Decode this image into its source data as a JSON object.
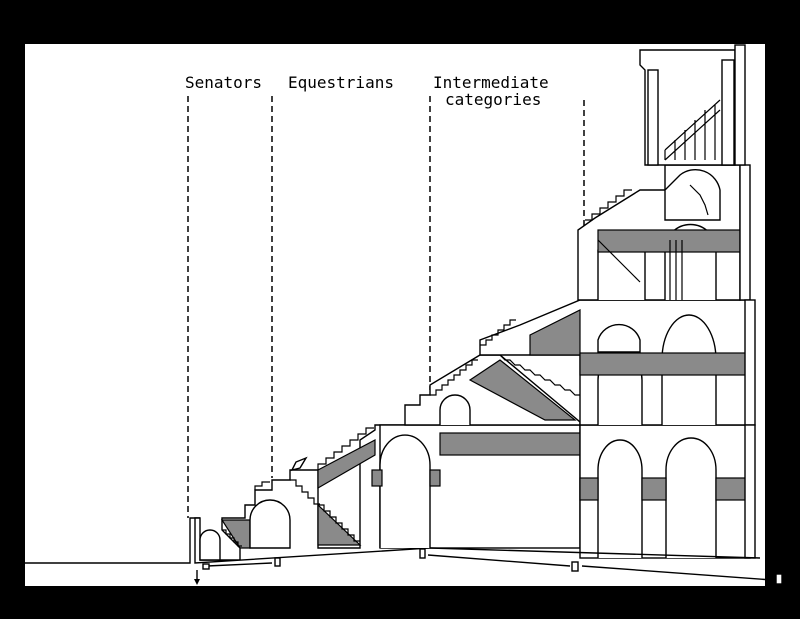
{
  "labels": {
    "senators": "Senators",
    "equestrians": "Equestrians",
    "intermediate_line1": "Intermediate",
    "intermediate_line2": "categories"
  },
  "colors": {
    "background": "#000000",
    "paper": "#ffffff",
    "shading": "#8a8a8a",
    "ink": "#000000"
  }
}
